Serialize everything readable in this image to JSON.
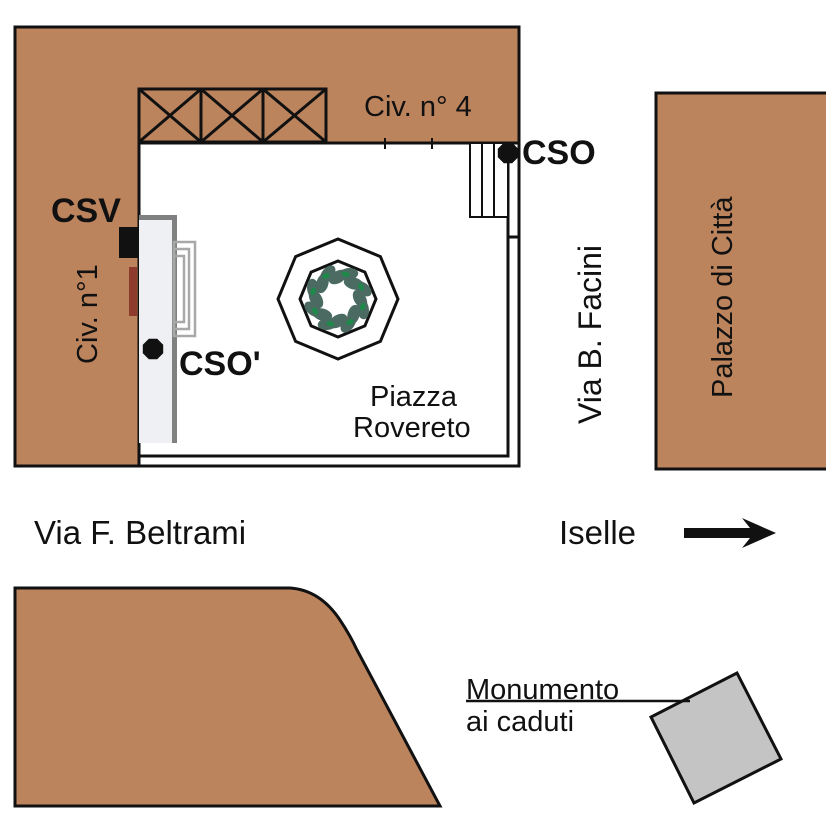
{
  "map": {
    "colors": {
      "building": "#bc845d",
      "outline": "#111111",
      "panel": "#eef0f3",
      "panel_shadow": "#808080",
      "steps": "#a8a8a8",
      "door": "#8e3a2c",
      "monument": "#c4c4c4",
      "foliage": "#4a6a62",
      "foliage_accent": "#1e8a4a"
    },
    "labels": {
      "civ_4": "Civ. n° 4",
      "civ_1": "Civ. n°1",
      "cso": "CSO",
      "csv": "CSV",
      "cso_prime": "CSO'",
      "piazza_line1": "Piazza",
      "piazza_line2": "Rovereto",
      "via_facini": "Via B. Facini",
      "palazzo": "Palazzo di Città",
      "via_beltrami": "Via F. Beltrami",
      "iselle": "Iselle",
      "monumento_line1": "Monumento",
      "monumento_line2": "ai caduti"
    },
    "icons": {
      "direction_arrow": "arrow-right-icon",
      "fountain": "octagon-fountain-icon",
      "cso_marker": "point-marker-icon",
      "cso_prime_marker": "point-marker-icon"
    }
  }
}
